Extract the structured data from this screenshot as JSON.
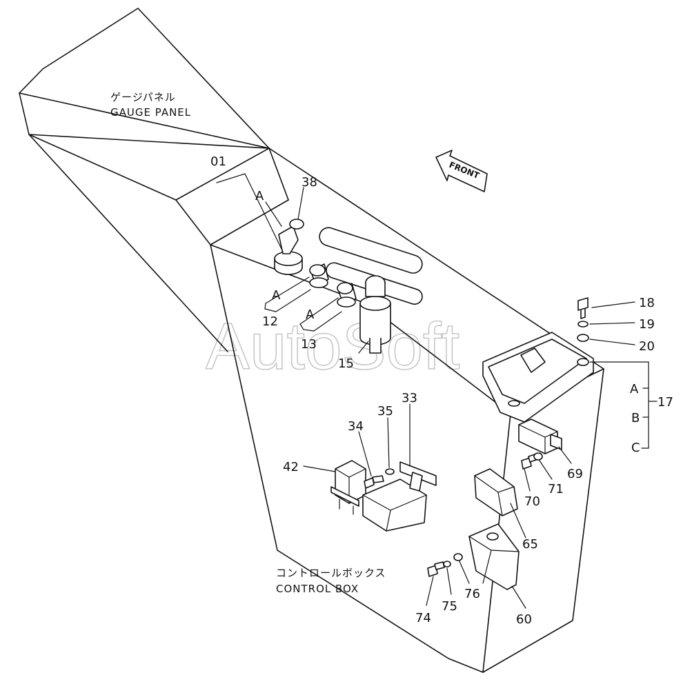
{
  "captions": {
    "gauge_panel_jp": "ゲージパネル",
    "gauge_panel_en": "GAUGE PANEL",
    "control_box_jp": "コントロールボックス",
    "control_box_en": "CONTROL BOX"
  },
  "direction_label": "FRONT",
  "watermark": "AutoSoft",
  "part_labels": {
    "p01": "01",
    "p38": "38",
    "p12": "12",
    "p13": "13",
    "p15": "15",
    "p18": "18",
    "p19": "19",
    "p20": "20",
    "p17": "17",
    "p42": "42",
    "p34": "34",
    "p35": "35",
    "p33": "33",
    "p69": "69",
    "p70": "70",
    "p71": "71",
    "p65": "65",
    "p74": "74",
    "p75": "75",
    "p76": "76",
    "p60": "60"
  },
  "sub_labels": {
    "a_key": "A",
    "a_12": "A",
    "a_13": "A",
    "a_17": "A",
    "b_17": "B",
    "c_17": "C"
  }
}
